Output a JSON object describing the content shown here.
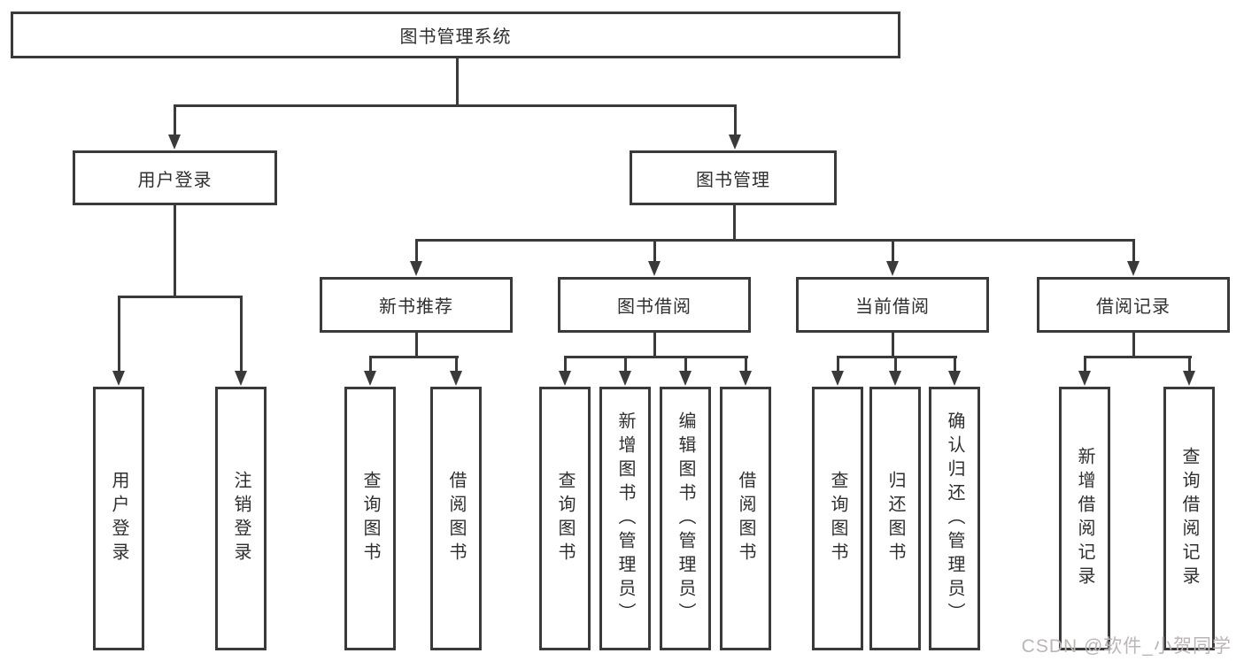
{
  "diagram": {
    "root": {
      "label": "图书管理系统"
    },
    "branches": [
      {
        "label": "用户登录",
        "children": [
          {
            "label": "用户登录"
          },
          {
            "label": "注销登录"
          }
        ]
      },
      {
        "label": "图书管理",
        "children": [
          {
            "label": "新书推荐",
            "children": [
              {
                "label": "查询图书"
              },
              {
                "label": "借阅图书"
              }
            ]
          },
          {
            "label": "图书借阅",
            "children": [
              {
                "label": "查询图书"
              },
              {
                "label": "新增图书（管理员）"
              },
              {
                "label": "编辑图书（管理员）"
              },
              {
                "label": "借阅图书"
              }
            ]
          },
          {
            "label": "当前借阅",
            "children": [
              {
                "label": "查询图书"
              },
              {
                "label": "归还图书"
              },
              {
                "label": "确认归还（管理员）"
              }
            ]
          },
          {
            "label": "借阅记录",
            "children": [
              {
                "label": "新增借阅记录"
              },
              {
                "label": "查询借阅记录"
              }
            ]
          }
        ]
      }
    ]
  },
  "watermark": {
    "text": "CSDN @软件_小贺同学"
  },
  "colors": {
    "line": "#3a3a3a",
    "box_border": "#3a3a3a",
    "text": "#2f2f2f",
    "watermark": "#bcb5b5",
    "background": "#ffffff"
  }
}
